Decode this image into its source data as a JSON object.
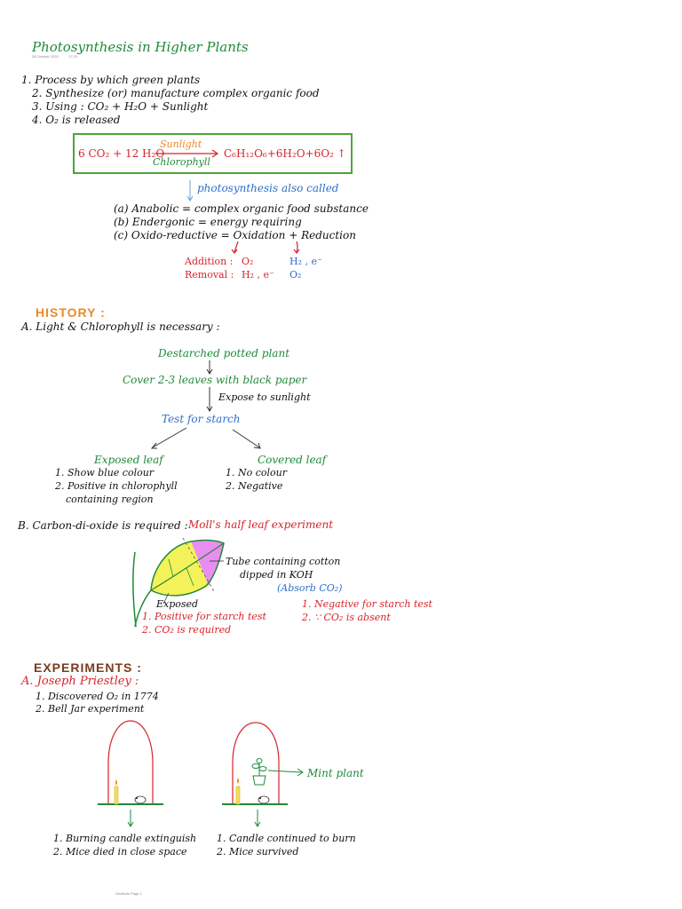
{
  "header": {
    "title": "Photosynthesis in Higher Plants",
    "date": "28 October 2020",
    "time": "17:20"
  },
  "intro": [
    "1. Process by which green plants",
    "2. Synthesize (or) manufacture complex organic food",
    "3. Using  :  CO₂ + H₂O + Sunlight",
    "4. O₂  is released"
  ],
  "equation": {
    "left": "6 CO₂ + 12 H₂O",
    "above": "Sunlight",
    "below": "Chlorophyll",
    "right": "C₆H₁₂O₆+6H₂O+6O₂ ↑"
  },
  "also_called": "photosynthesis also called",
  "called_list": [
    "(a) Anabolic = complex organic food substance",
    "(b) Endergonic = energy requiring",
    "(c) Oxido-reductive = Oxidation + Reduction"
  ],
  "redox": {
    "addition_label": "Addition :",
    "addition_ox": "O₂",
    "addition_red": "H₂ , e⁻",
    "removal_label": "Removal :",
    "removal_ox": "H₂ , e⁻",
    "removal_red": "O₂"
  },
  "history": {
    "heading": "HISTORY :",
    "a_title": "A. Light & Chlorophyll is necessary :",
    "step1": "Destarched potted plant",
    "step2": "Cover 2-3 leaves with black paper",
    "step3": "Expose to sunlight",
    "step4": "Test for starch",
    "exposed_title": "Exposed leaf",
    "exposed_points": [
      "1. Show blue colour",
      "2. Positive in chlorophyll",
      "containing region"
    ],
    "covered_title": "Covered leaf",
    "covered_points": [
      "1. No colour",
      "2. Negative"
    ],
    "b_title": "B. Carbon-di-oxide is required :",
    "b_experiment": "Moll's half leaf experiment",
    "tube_label_1": "Tube containing cotton",
    "tube_label_2": "dipped in KOH",
    "absorb": "(Absorb CO₂)",
    "exposed_label": "Exposed",
    "exposed_results": [
      "1. Positive for starch test",
      "2. CO₂ is required"
    ],
    "inside_results": [
      "1. Negative for starch test",
      "2. ∵ CO₂ is absent"
    ]
  },
  "experiments": {
    "heading": "EXPERIMENTS :",
    "a_title": "A. Joseph Priestley :",
    "points": [
      "1. Discovered O₂ in 1774",
      "2. Bell Jar experiment"
    ],
    "mint_label": "Mint plant",
    "left_results": [
      "1. Burning candle extinguish",
      "2. Mice died in close space"
    ],
    "right_results": [
      "1. Candle continued to burn",
      "2. Mice survived"
    ]
  },
  "footer": "OneNote Page 1",
  "colors": {
    "green": "#1f8a3a",
    "red": "#d8232a",
    "blue": "#2c6fc9",
    "orange": "#e98a2b",
    "box_border": "#4ea33a",
    "leaf_yellow": "#f4f25a",
    "leaf_pink": "#e98ef0"
  }
}
